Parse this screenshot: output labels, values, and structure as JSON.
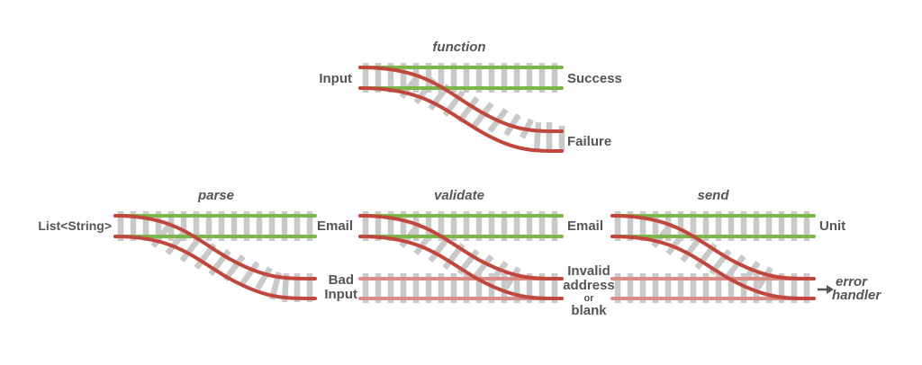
{
  "top": {
    "title": "function",
    "input_label": "Input",
    "success_label": "Success",
    "failure_label": "Failure"
  },
  "parse": {
    "title": "parse",
    "input_label": "List<String>",
    "output_label": "Email",
    "failure_line1": "Bad",
    "failure_line2": "Input"
  },
  "validate": {
    "title": "validate",
    "output_label": "Email",
    "failure_line1": "Invalid",
    "failure_line2": "address",
    "failure_line3": "or",
    "failure_line4": "blank"
  },
  "send": {
    "title": "send",
    "output_label": "Unit",
    "handler_line1": "error",
    "handler_line2": "handler"
  },
  "colors": {
    "success_track": "#7ab648",
    "failure_track": "#c1473c",
    "ties": "#c9c9c9",
    "text": "#555555"
  }
}
